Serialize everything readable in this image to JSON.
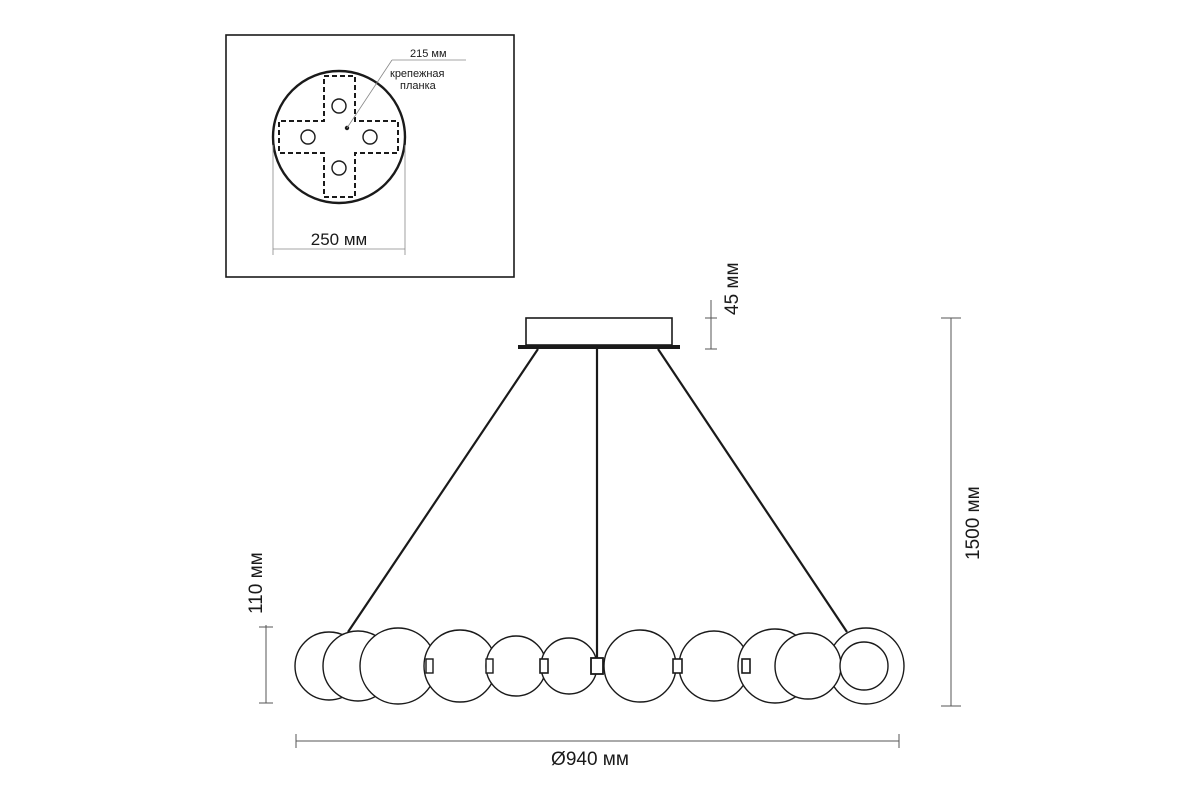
{
  "inset": {
    "plate_label": "215 мм",
    "bracket_label_line1": "крепежная",
    "bracket_label_line2": "планка",
    "canopy_width": "250 мм"
  },
  "dimensions": {
    "canopy_height": "45 мм",
    "total_height": "1500 мм",
    "ring_height": "110 мм",
    "diameter": "Ø940 мм"
  }
}
